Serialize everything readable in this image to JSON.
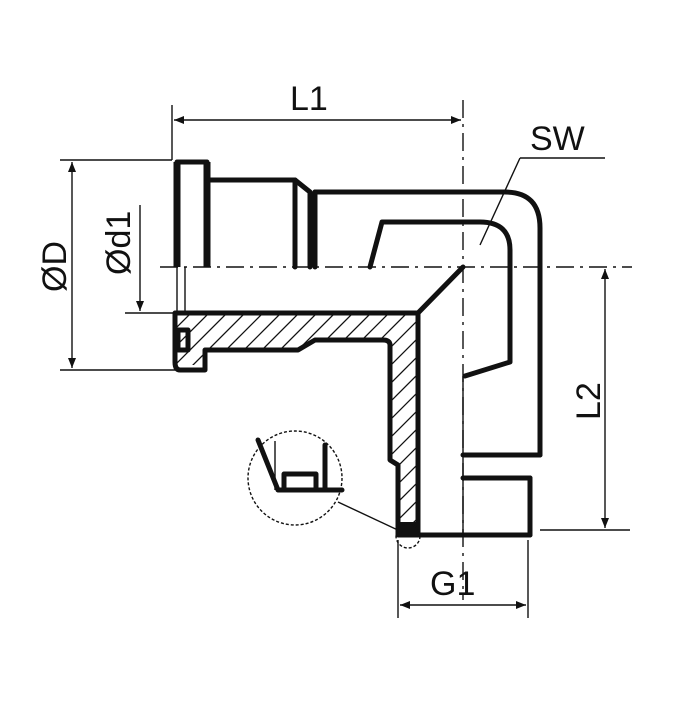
{
  "drawing": {
    "title": "Elbow fitting technical drawing",
    "labels": {
      "L1": "L1",
      "L2": "L2",
      "SW": "SW",
      "G1": "G1",
      "D": "ØD",
      "d1": "Ød1"
    }
  }
}
